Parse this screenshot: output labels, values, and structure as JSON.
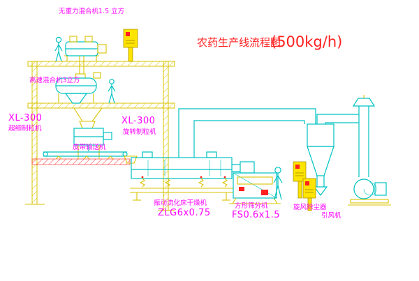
{
  "title": {
    "main": "农药生产线流程图",
    "capacity": "(500kg/h)"
  },
  "equipment_labels": {
    "gravity_mixer": "无重力混合机1.5 立方",
    "high_speed_mixer": "高速混合机3立方",
    "granulator_upper_model": "XL-300",
    "granulator_upper_name": "超细制粒机",
    "granulator_lower_model": "XL-300",
    "granulator_lower_name": "旋转制粒机",
    "belt_conveyor": "皮带输送机",
    "fluid_bed_dryer_name": "振动流化床干燥机",
    "fluid_bed_dryer_model": "ZLG6x0.75",
    "square_sifter_name": "方形筛分机",
    "square_sifter_model": "FS0.6x1.5",
    "cyclone_collector": "旋风除尘器",
    "induced_draft_fan": "引风机"
  },
  "colors": {
    "line_yellow": "#d9c300",
    "line_cyan": "#00c2c2",
    "label_magenta": "#ff00ff",
    "title_red": "#ff2020",
    "panel_yellow": "#ffe400",
    "alert_red": "#ff2020",
    "background": "#ffffff"
  }
}
